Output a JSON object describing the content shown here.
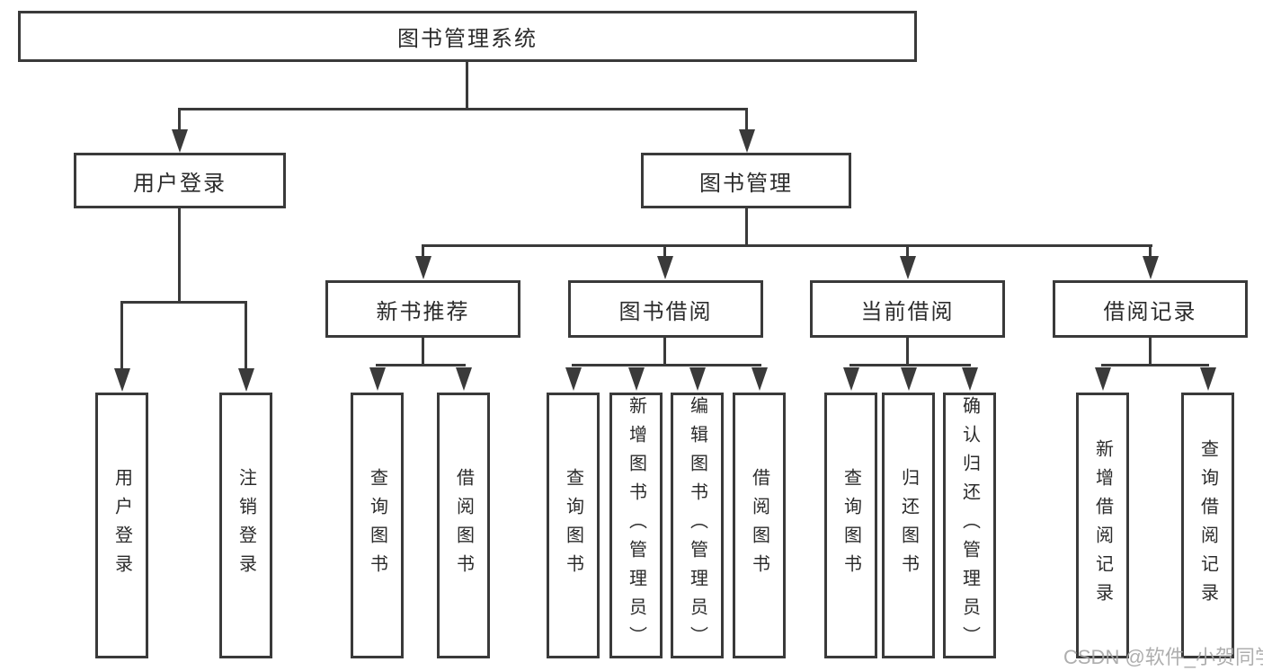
{
  "tree": {
    "label": "图书管理系统",
    "children": [
      {
        "label": "用户登录",
        "children": [
          {
            "label": "用户登录"
          },
          {
            "label": "注销登录"
          }
        ]
      },
      {
        "label": "图书管理",
        "children": [
          {
            "label": "新书推荐",
            "children": [
              {
                "label": "查询图书"
              },
              {
                "label": "借阅图书"
              }
            ]
          },
          {
            "label": "图书借阅",
            "children": [
              {
                "label": "查询图书"
              },
              {
                "label": "新增图书（管理员）"
              },
              {
                "label": "编辑图书（管理员）"
              },
              {
                "label": "借阅图书"
              }
            ]
          },
          {
            "label": "当前借阅",
            "children": [
              {
                "label": "查询图书"
              },
              {
                "label": "归还图书"
              },
              {
                "label": "确认归还（管理员）"
              }
            ]
          },
          {
            "label": "借阅记录",
            "children": [
              {
                "label": "新增借阅记录"
              },
              {
                "label": "查询借阅记录"
              }
            ]
          }
        ]
      }
    ]
  },
  "watermark": {
    "text": "CSDN @软件_小贺同学"
  },
  "colors": {
    "line": "#3a3a3a",
    "text": "#2b2b2b",
    "background": "#ffffff",
    "watermark": "#a5a5a5"
  }
}
